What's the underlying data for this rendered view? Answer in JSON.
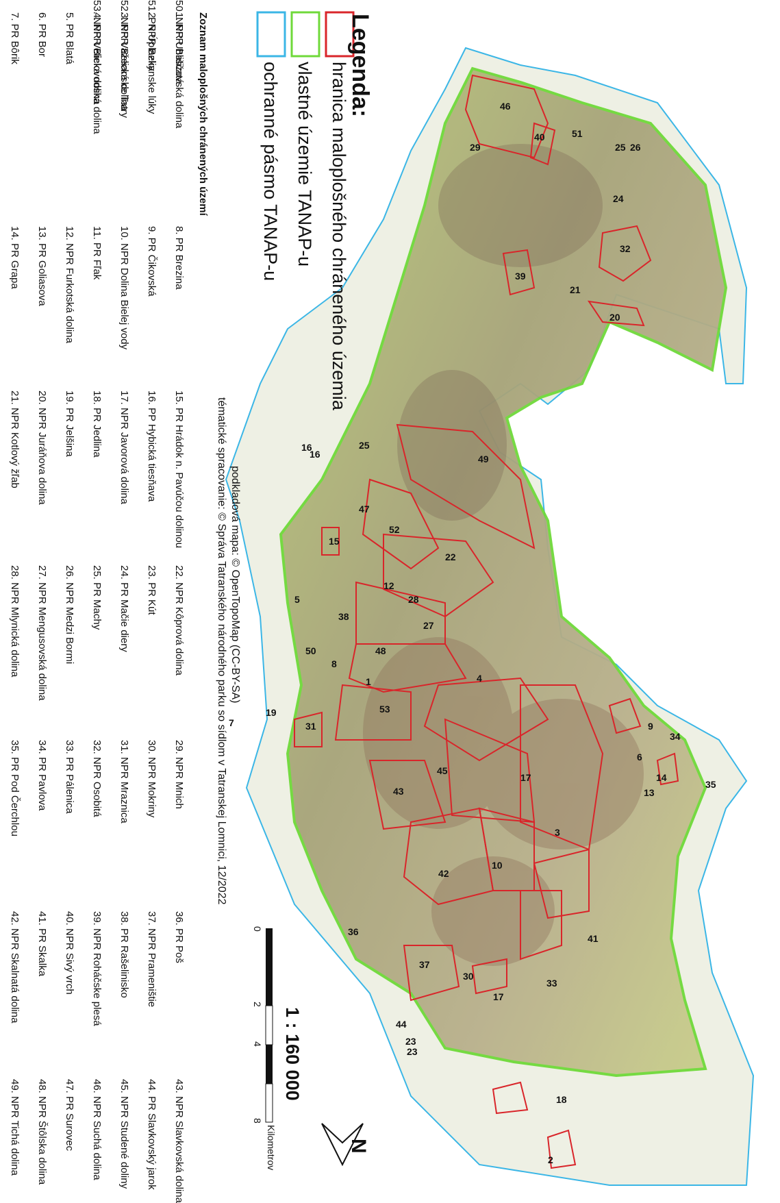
{
  "legend": {
    "title": "Legenda:",
    "items": [
      {
        "label": "hranica maloplošného chráneného územia",
        "color": "#d9252a"
      },
      {
        "label": "vlastné územie TANAP-u",
        "color": "#6fd93a"
      },
      {
        "label": "ochranné pásmo TANAP-u",
        "color": "#3bb6e6"
      }
    ]
  },
  "credits": {
    "line1": "podkladová mapa: © OpenTopoMap (CC-BY-SA)",
    "line2": "tématické spracovanie: © Správa Tatranského národného parku so sídlom v Tatranskej Lomnici, 12/2022"
  },
  "scale": {
    "ratio": "1 : 160 000",
    "ticks": [
      "0",
      "2",
      "4",
      "8"
    ],
    "unit": "Kilometrov"
  },
  "north": "N",
  "list": {
    "title": "Zoznam maloplošných chránených území",
    "items": [
      "1. NPR Batizovská dolina",
      "2. NPR Belianske lúky",
      "3. NPR Belianske Tatry",
      "4. NPR Bielovodská dolina",
      "5. PR Blatá",
      "6. PR Bor",
      "7. PR Bôrik",
      "8. PR Brezina",
      "9. PR Čikovská",
      "10. NPR Dolina Bielej vody",
      "11. PR Fľak",
      "12. NPR Furkotská dolina",
      "13. PR Goliasova",
      "14. PR Grapa",
      "15. PR Hrádok n. Pavúčou dolinou",
      "16. PP Hybická tiesňava",
      "17. NPR Javorová dolina",
      "18. PR Jedlina",
      "19. PR Jelšina",
      "20. NPR Juráňova dolina",
      "21. NPR Kotlový žľab",
      "22. NPR Kôprová dolina",
      "23. PR Kút",
      "24. PR Mačie diery",
      "25. PR Machy",
      "26. NPR Medzi Bormi",
      "27. NPR Mengusovská dolina",
      "28. NPR Mlynická dolina",
      "29. NPR Mnich",
      "30. NPR Mokriny",
      "31. NPR Mraznica",
      "32. NPR Osobitá",
      "33. PR Pálenica",
      "34. PR Pavlova",
      "35. PR Pod Čerchlou",
      "36. PR Poš",
      "37. NPR Prameništie",
      "38. PR Rašelinisko",
      "39. NPR Roháčske plesá",
      "40. NPR Sivý vrch",
      "41. PR Skalka",
      "42. NPR Skalnatá dolina",
      "43. NPR Slavkovská dolina",
      "44. PR Slavkovský jarok",
      "45. NPR Studené doliny",
      "46. NPR Suchá dolina",
      "47. PR Surovec",
      "48. NPR Štôlska dolina",
      "49. NPR Tichá dolina",
      "50. NPR Uhliščatá",
      "51. PR Úplazky",
      "52. NPR Važecká dolina",
      "53. NPR Velická dolina"
    ]
  },
  "map": {
    "area_labels": [
      "46",
      "40",
      "51",
      "25",
      "26",
      "29",
      "24",
      "32",
      "39",
      "21",
      "20",
      "49",
      "25",
      "16",
      "16",
      "47",
      "15",
      "52",
      "22",
      "12",
      "28",
      "5",
      "38",
      "27",
      "48",
      "50",
      "8",
      "1",
      "4",
      "53",
      "19",
      "7",
      "31",
      "9",
      "34",
      "6",
      "14",
      "35",
      "13",
      "17",
      "45",
      "43",
      "3",
      "10",
      "42",
      "41",
      "33",
      "36",
      "37",
      "30",
      "17",
      "44",
      "23",
      "23",
      "18",
      "2"
    ]
  }
}
